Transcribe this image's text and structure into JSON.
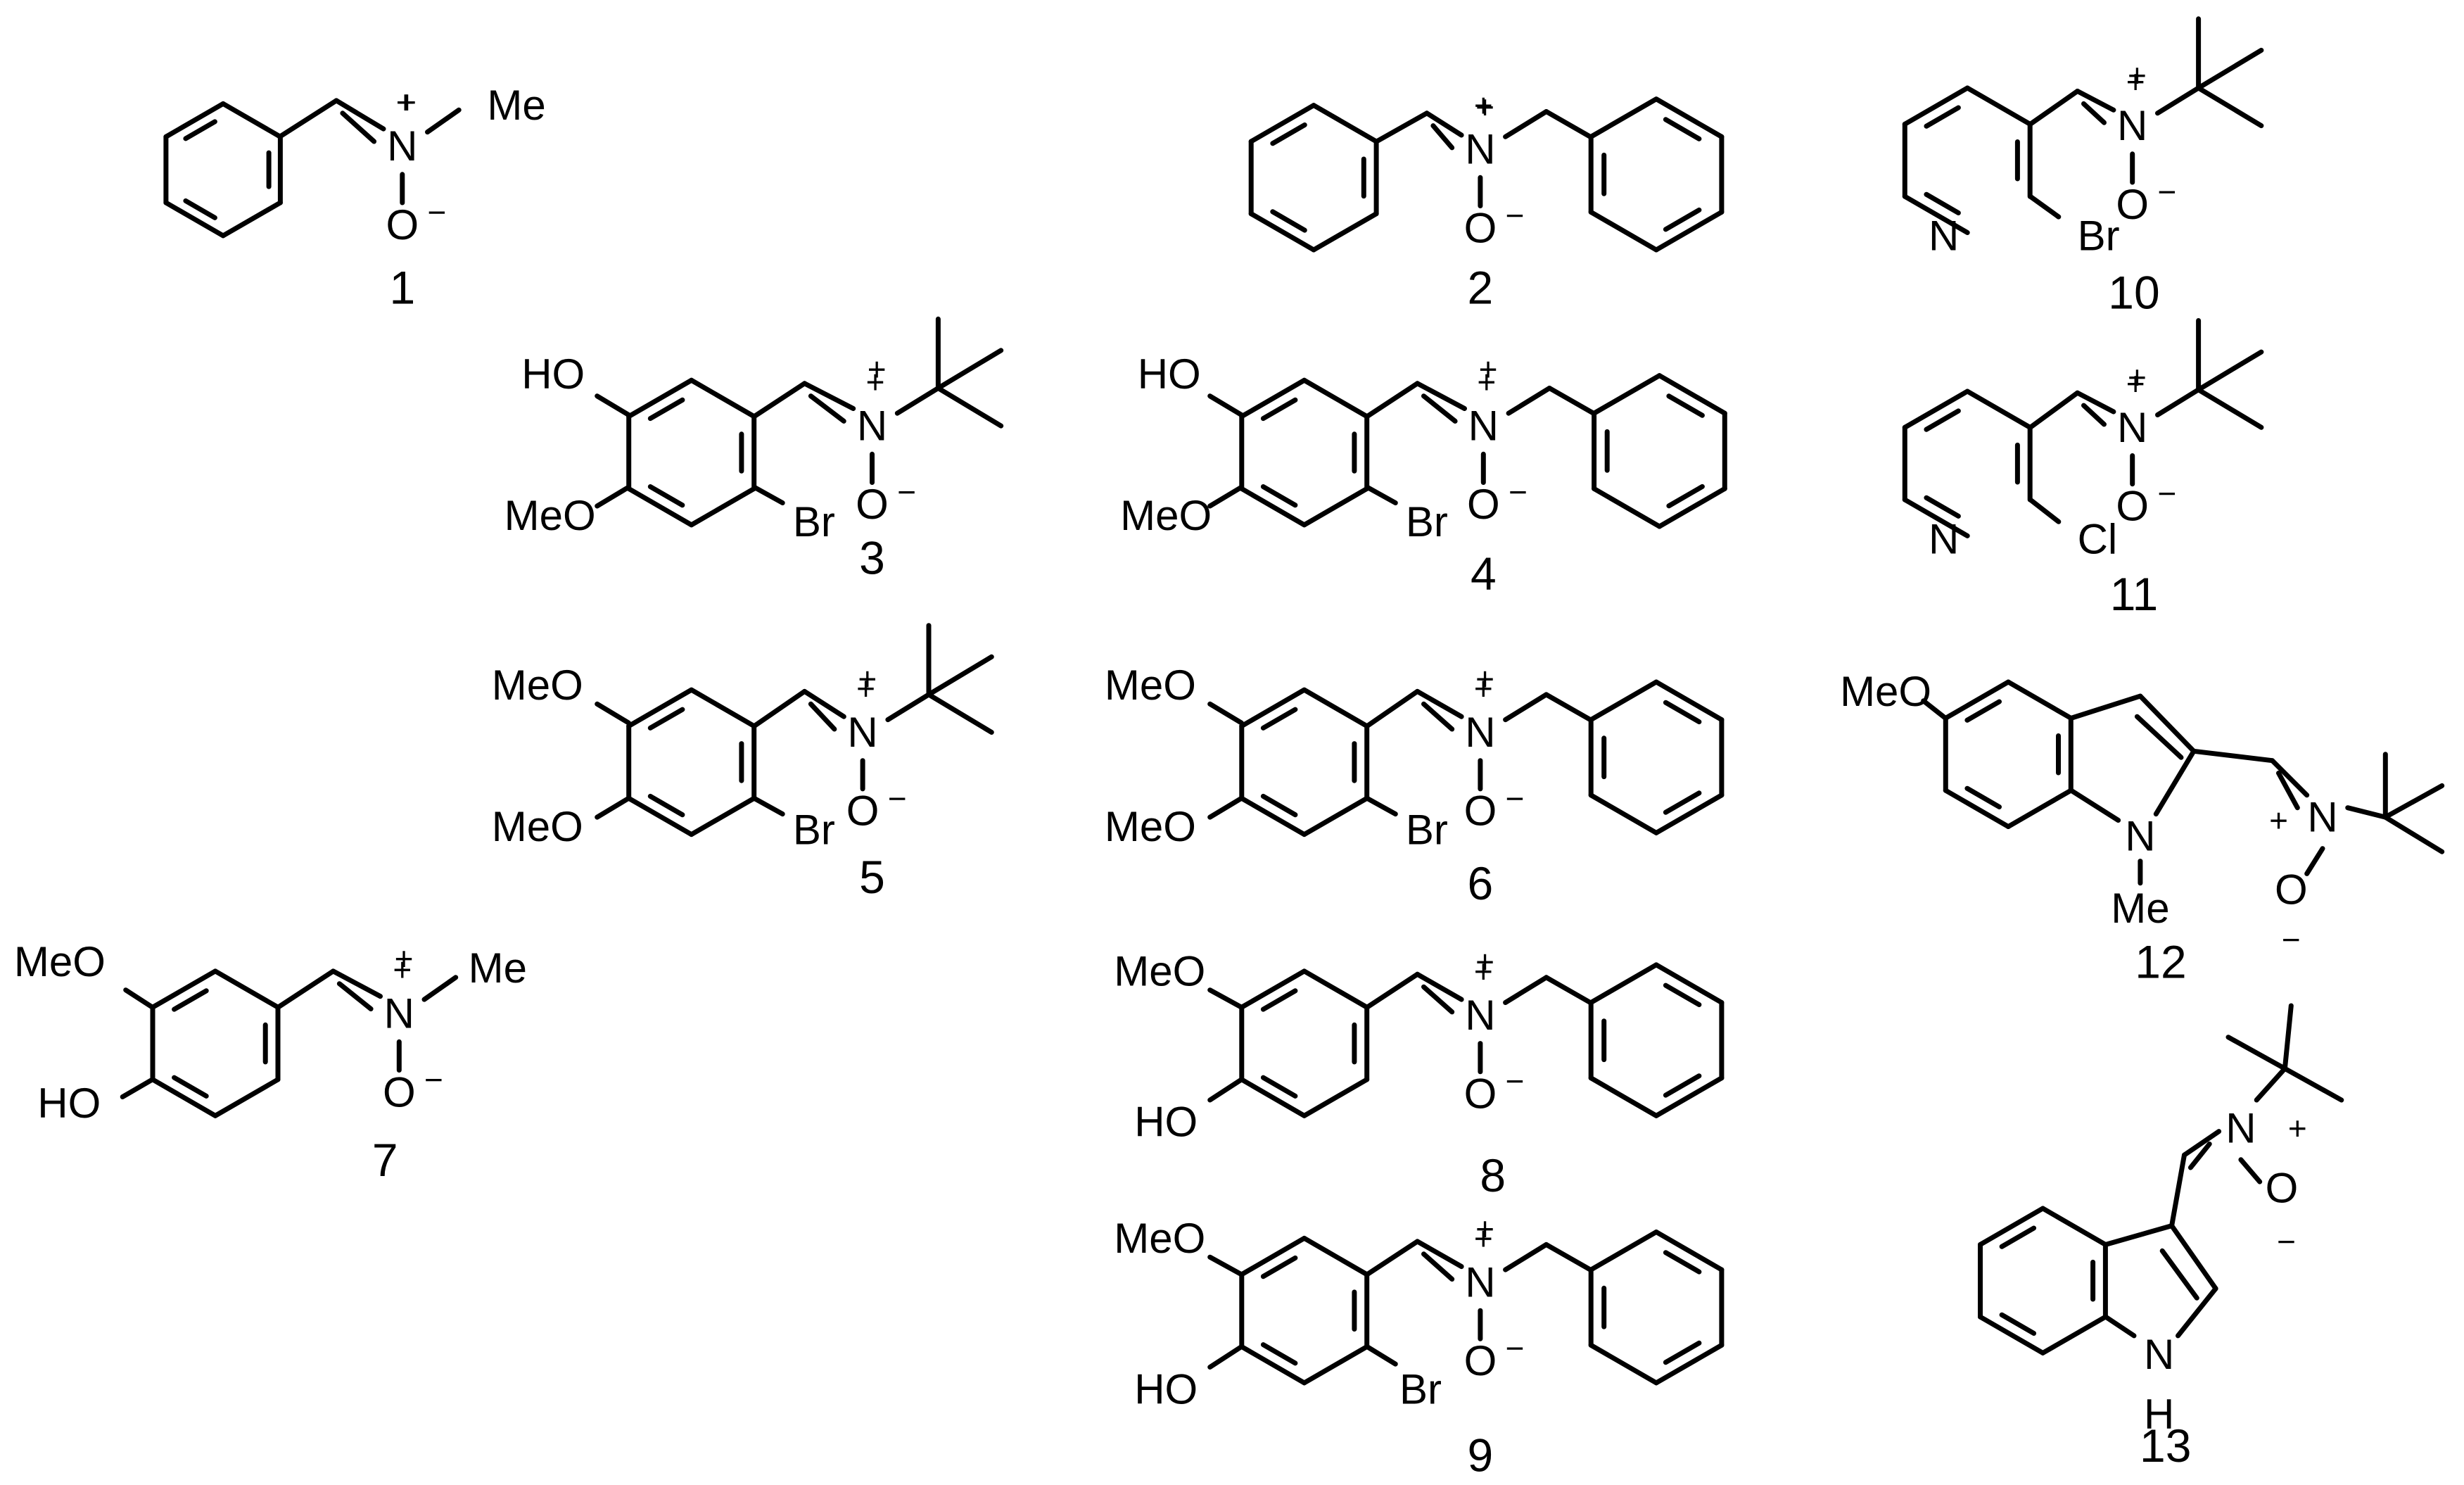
{
  "figure": {
    "compounds": [
      {
        "number": "1",
        "substituents": [
          "Me"
        ]
      },
      {
        "number": "2",
        "substituents": []
      },
      {
        "number": "3",
        "substituents": [
          "HO",
          "MeO",
          "Br"
        ]
      },
      {
        "number": "4",
        "substituents": [
          "HO",
          "MeO",
          "Br"
        ]
      },
      {
        "number": "5",
        "substituents": [
          "MeO",
          "MeO",
          "Br"
        ]
      },
      {
        "number": "6",
        "substituents": [
          "MeO",
          "MeO",
          "Br"
        ]
      },
      {
        "number": "7",
        "substituents": [
          "MeO",
          "HO",
          "Me"
        ]
      },
      {
        "number": "8",
        "substituents": [
          "MeO",
          "HO"
        ]
      },
      {
        "number": "9",
        "substituents": [
          "MeO",
          "HO",
          "Br"
        ]
      },
      {
        "number": "10",
        "substituents": [
          "N",
          "Br"
        ]
      },
      {
        "number": "11",
        "substituents": [
          "N",
          "Cl"
        ]
      },
      {
        "number": "12",
        "substituents": [
          "MeO",
          "N",
          "Me"
        ]
      },
      {
        "number": "13",
        "substituents": [
          "N",
          "H"
        ]
      }
    ],
    "nitrone": {
      "N": "N",
      "O": "O",
      "plus": "+",
      "minus": "−"
    },
    "colors": {
      "ink": "#000000",
      "background": "#ffffff"
    }
  }
}
